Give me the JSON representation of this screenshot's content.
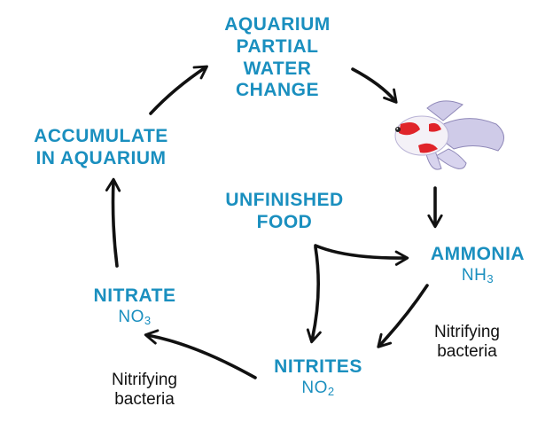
{
  "nodes": {
    "water_change": [
      "AQUARIUM",
      "PARTIAL",
      "WATER",
      "CHANGE"
    ],
    "accumulate": [
      "ACCUMULATE",
      "IN AQUARIUM"
    ],
    "unfinished_food": [
      "UNFINISHED",
      "FOOD"
    ],
    "ammonia": {
      "name": "AMMONIA",
      "formula_base": "NH",
      "formula_sub": "3"
    },
    "nitrites": {
      "name": "NITRITES",
      "formula_base": "NO",
      "formula_sub": "2"
    },
    "nitrate": {
      "name": "NITRATE",
      "formula_base": "NO",
      "formula_sub": "3"
    }
  },
  "labels": {
    "bacteria_right": [
      "Nitrifying",
      "bacteria"
    ],
    "bacteria_bottom": [
      "Nitrifying",
      "bacteria"
    ]
  },
  "colors": {
    "accent": "#1a8fbf",
    "arrow": "#111111",
    "text": "#111111",
    "fish_body": "#f4f1f7",
    "fish_fins": "#cfcbe8",
    "fish_spots": "#e0242a"
  }
}
